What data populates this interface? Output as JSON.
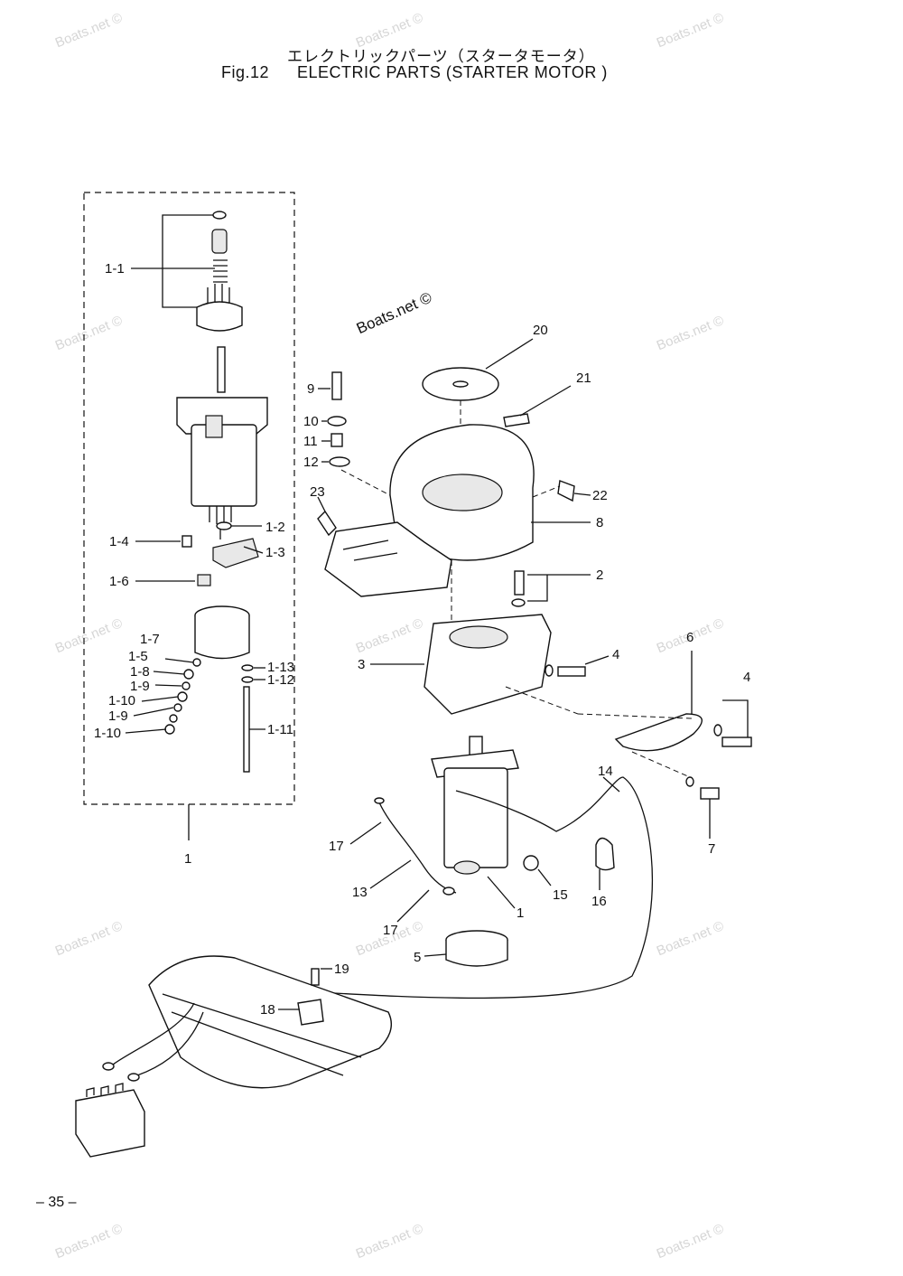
{
  "header": {
    "title_jp": "エレクトリックパーツ（スタータモータ）",
    "fig_no": "Fig.12",
    "title_en": "ELECTRIC PARTS (STARTER MOTOR )"
  },
  "brand_mark": "Boats.net ©",
  "watermark_text": "Boats.net ©",
  "page_number": "– 35 –",
  "callouts": {
    "c1_1": "1-1",
    "c1_2": "1-2",
    "c1_3": "1-3",
    "c1_4": "1-4",
    "c1_5": "1-5",
    "c1_6": "1-6",
    "c1_7": "1-7",
    "c1_8": "1-8",
    "c1_9": "1-9",
    "c1_10a": "1-10",
    "c1_10b": "1-10",
    "c1_11": "1-11",
    "c1_12": "1-12",
    "c1_13": "1-13",
    "c1": "1",
    "c1b": "1",
    "c2": "2",
    "c3": "3",
    "c4a": "4",
    "c4b": "4",
    "c5": "5",
    "c6": "6",
    "c7": "7",
    "c8": "8",
    "c9": "9",
    "c10": "10",
    "c11": "11",
    "c12": "12",
    "c13": "13",
    "c14": "14",
    "c15": "15",
    "c16": "16",
    "c17a": "17",
    "c17b": "17",
    "c18": "18",
    "c19": "19",
    "c20": "20",
    "c21": "21",
    "c22": "22",
    "c23": "23"
  }
}
